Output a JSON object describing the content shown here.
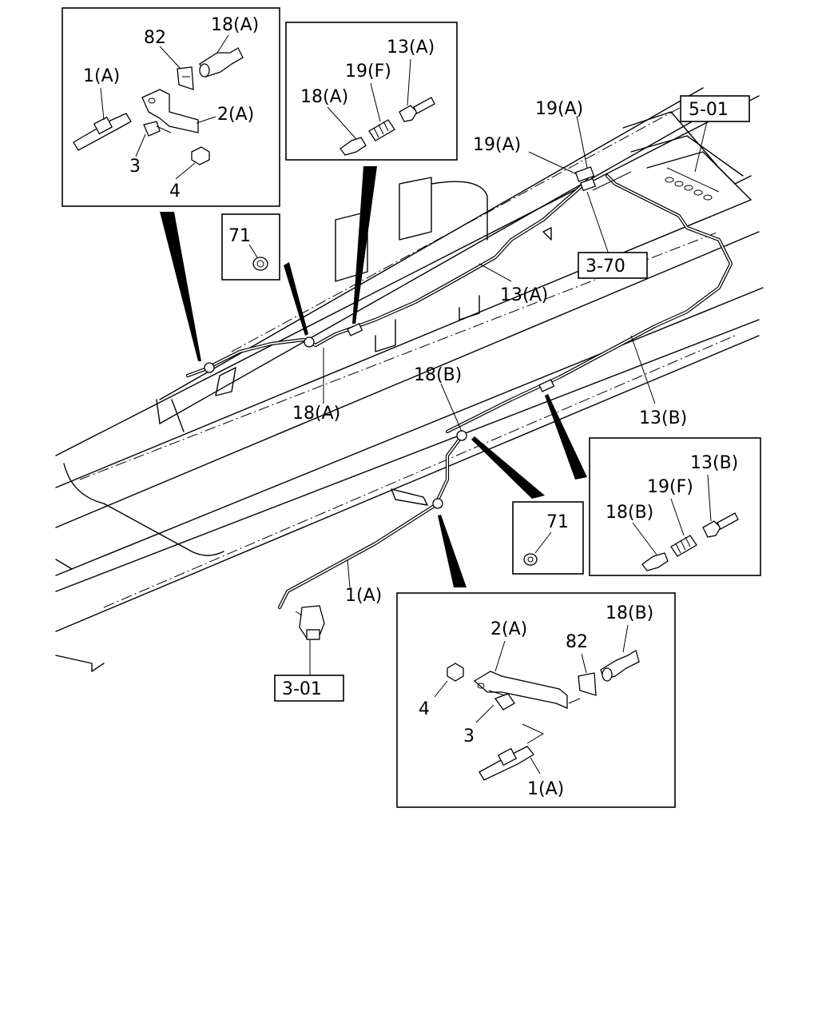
{
  "labels": {
    "d1_82": "82",
    "d1_18a": "18(A)",
    "d1_1a": "1(A)",
    "d1_2a": "2(A)",
    "d1_3": "3",
    "d1_4": "4",
    "d2_13a": "13(A)",
    "d2_19f": "19(F)",
    "d2_18a": "18(A)",
    "ref_5_01": "5-01",
    "ref_3_70": "3-70",
    "ref_3_01": "3-01",
    "main_19a_top": "19(A)",
    "main_19a": "19(A)",
    "main_13a": "13(A)",
    "main_18a": "18(A)",
    "main_18b": "18(B)",
    "main_13b": "13(B)",
    "main_1a": "1(A)",
    "d3_71": "71",
    "d4_71": "71",
    "d5_13b": "13(B)",
    "d5_19f": "19(F)",
    "d5_18b": "18(B)",
    "d6_2a": "2(A)",
    "d6_18b": "18(B)",
    "d6_82": "82",
    "d6_4": "4",
    "d6_3": "3",
    "d6_1a": "1(A)"
  }
}
